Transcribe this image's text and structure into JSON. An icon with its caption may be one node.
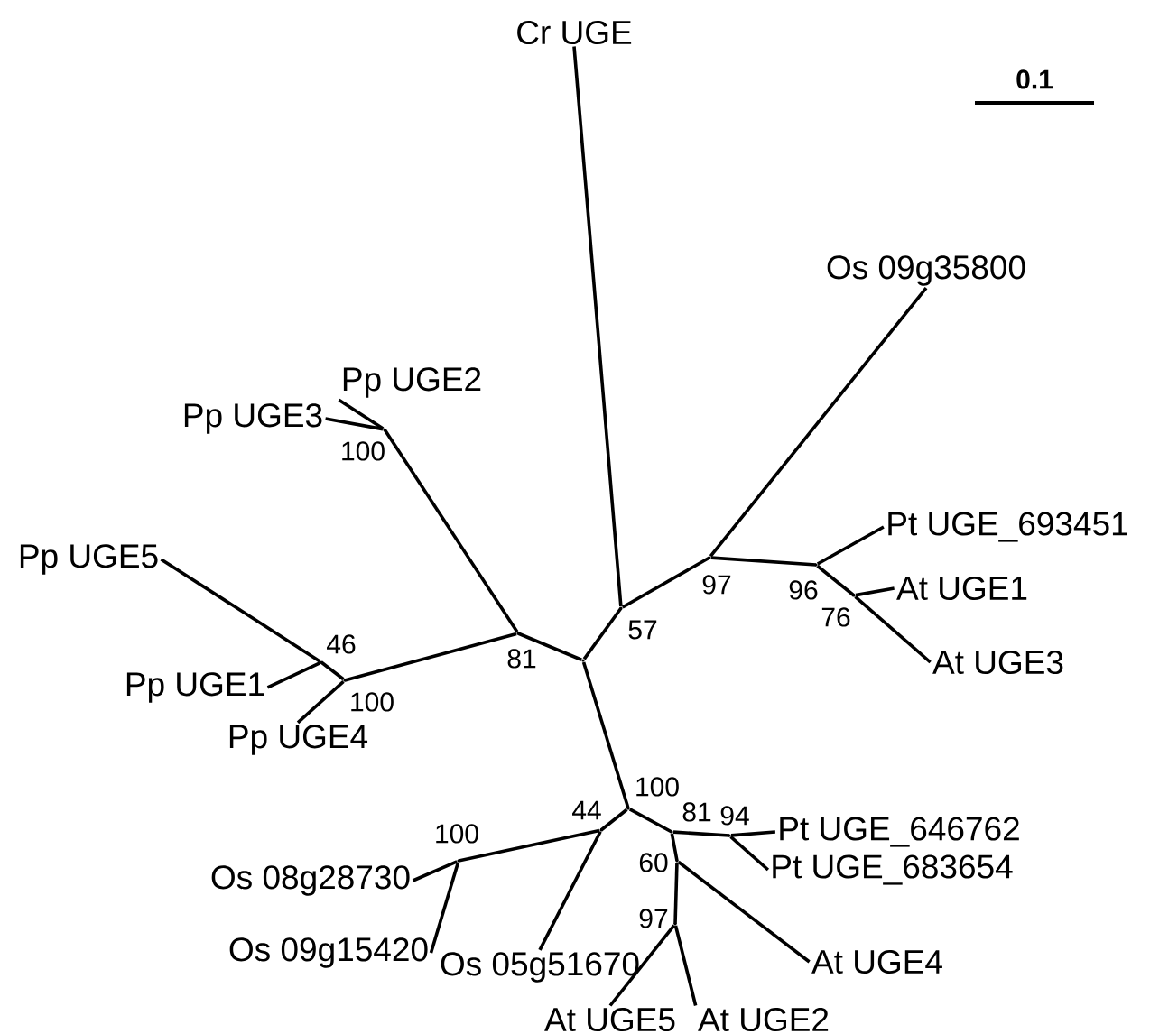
{
  "diagram": {
    "nodes": [
      {
        "text": [
          "Cr UGE"
        ]
      },
      {
        "text": [
          "Os 09g35800"
        ]
      },
      {
        "text": [
          "Pp UGE2"
        ]
      },
      {
        "text": [
          "Pp UGE3"
        ]
      },
      {
        "text": [
          "Pt UGE_693451"
        ]
      },
      {
        "text": [
          "Pp UGE5"
        ]
      },
      {
        "text": [
          "At UGE1"
        ]
      },
      {
        "text": [
          "At UGE3"
        ]
      },
      {
        "text": [
          "Pp UGE1"
        ]
      },
      {
        "text": [
          "Pp UGE4"
        ]
      },
      {
        "text": [
          "Pt UGE_646762"
        ]
      },
      {
        "text": [
          "Pt UGE_683654"
        ]
      },
      {
        "text": [
          "Os 08g28730"
        ]
      },
      {
        "text": [
          "Os 09g15420"
        ]
      },
      {
        "text": [
          "At UGE4"
        ]
      },
      {
        "text": [
          "Os 05g51670"
        ]
      },
      {
        "text": [
          "At UGE5"
        ]
      },
      {
        "text": [
          "At UGE2"
        ]
      },
      {
        "text": [],
        "shape": "point"
      },
      {
        "text": [],
        "shape": "point",
        "beside": [
          "57"
        ]
      },
      {
        "text": [],
        "shape": "point",
        "beside": [
          "97"
        ]
      },
      {
        "text": [],
        "shape": "point",
        "beside": [
          "96"
        ]
      },
      {
        "text": [],
        "shape": "point",
        "beside": [
          "76"
        ]
      },
      {
        "text": [],
        "shape": "point",
        "beside": [
          "81"
        ]
      },
      {
        "text": [],
        "shape": "point",
        "beside": [
          "100"
        ]
      },
      {
        "text": [],
        "shape": "point",
        "beside": [
          "100"
        ]
      },
      {
        "text": [],
        "shape": "point",
        "beside": [
          "46"
        ]
      },
      {
        "text": [],
        "shape": "point",
        "beside": [
          "100"
        ]
      },
      {
        "text": [],
        "shape": "point",
        "beside": [
          "44"
        ]
      },
      {
        "text": [],
        "shape": "point",
        "beside": [
          "100"
        ]
      },
      {
        "text": [],
        "shape": "point",
        "beside": [
          "81"
        ]
      },
      {
        "text": [],
        "shape": "point",
        "beside": [
          "94"
        ]
      },
      {
        "text": [],
        "shape": "point",
        "beside": [
          "60"
        ]
      },
      {
        "text": [],
        "shape": "point",
        "beside": [
          "97"
        ]
      }
    ],
    "edges": [
      {
        "from": 18,
        "to": 19,
        "arrow": "none"
      },
      {
        "from": 19,
        "to": 0,
        "arrow": "none"
      },
      {
        "from": 19,
        "to": 20,
        "arrow": "none"
      },
      {
        "from": 20,
        "to": 1,
        "arrow": "none"
      },
      {
        "from": 20,
        "to": 21,
        "arrow": "none"
      },
      {
        "from": 21,
        "to": 4,
        "arrow": "none"
      },
      {
        "from": 21,
        "to": 22,
        "arrow": "none"
      },
      {
        "from": 22,
        "to": 6,
        "arrow": "none"
      },
      {
        "from": 22,
        "to": 7,
        "arrow": "none"
      },
      {
        "from": 18,
        "to": 23,
        "arrow": "none"
      },
      {
        "from": 23,
        "to": 24,
        "arrow": "none"
      },
      {
        "from": 24,
        "to": 2,
        "arrow": "none"
      },
      {
        "from": 24,
        "to": 3,
        "arrow": "none"
      },
      {
        "from": 23,
        "to": 25,
        "arrow": "none"
      },
      {
        "from": 25,
        "to": 26,
        "arrow": "none"
      },
      {
        "from": 26,
        "to": 5,
        "arrow": "none"
      },
      {
        "from": 26,
        "to": 8,
        "arrow": "none"
      },
      {
        "from": 25,
        "to": 9,
        "arrow": "none"
      },
      {
        "from": 18,
        "to": 27,
        "arrow": "none"
      },
      {
        "from": 27,
        "to": 28,
        "arrow": "none"
      },
      {
        "from": 28,
        "to": 29,
        "arrow": "none"
      },
      {
        "from": 29,
        "to": 12,
        "arrow": "none"
      },
      {
        "from": 29,
        "to": 13,
        "arrow": "none"
      },
      {
        "from": 28,
        "to": 15,
        "arrow": "none"
      },
      {
        "from": 27,
        "to": 30,
        "arrow": "none"
      },
      {
        "from": 30,
        "to": 31,
        "arrow": "none"
      },
      {
        "from": 31,
        "to": 10,
        "arrow": "none"
      },
      {
        "from": 31,
        "to": 11,
        "arrow": "none"
      },
      {
        "from": 30,
        "to": 32,
        "arrow": "none"
      },
      {
        "from": 32,
        "to": 14,
        "arrow": "none"
      },
      {
        "from": 32,
        "to": 33,
        "arrow": "none"
      },
      {
        "from": 33,
        "to": 16,
        "arrow": "none"
      },
      {
        "from": 33,
        "to": 17,
        "arrow": "none"
      }
    ],
    "labels": [
      "0.1"
    ]
  }
}
